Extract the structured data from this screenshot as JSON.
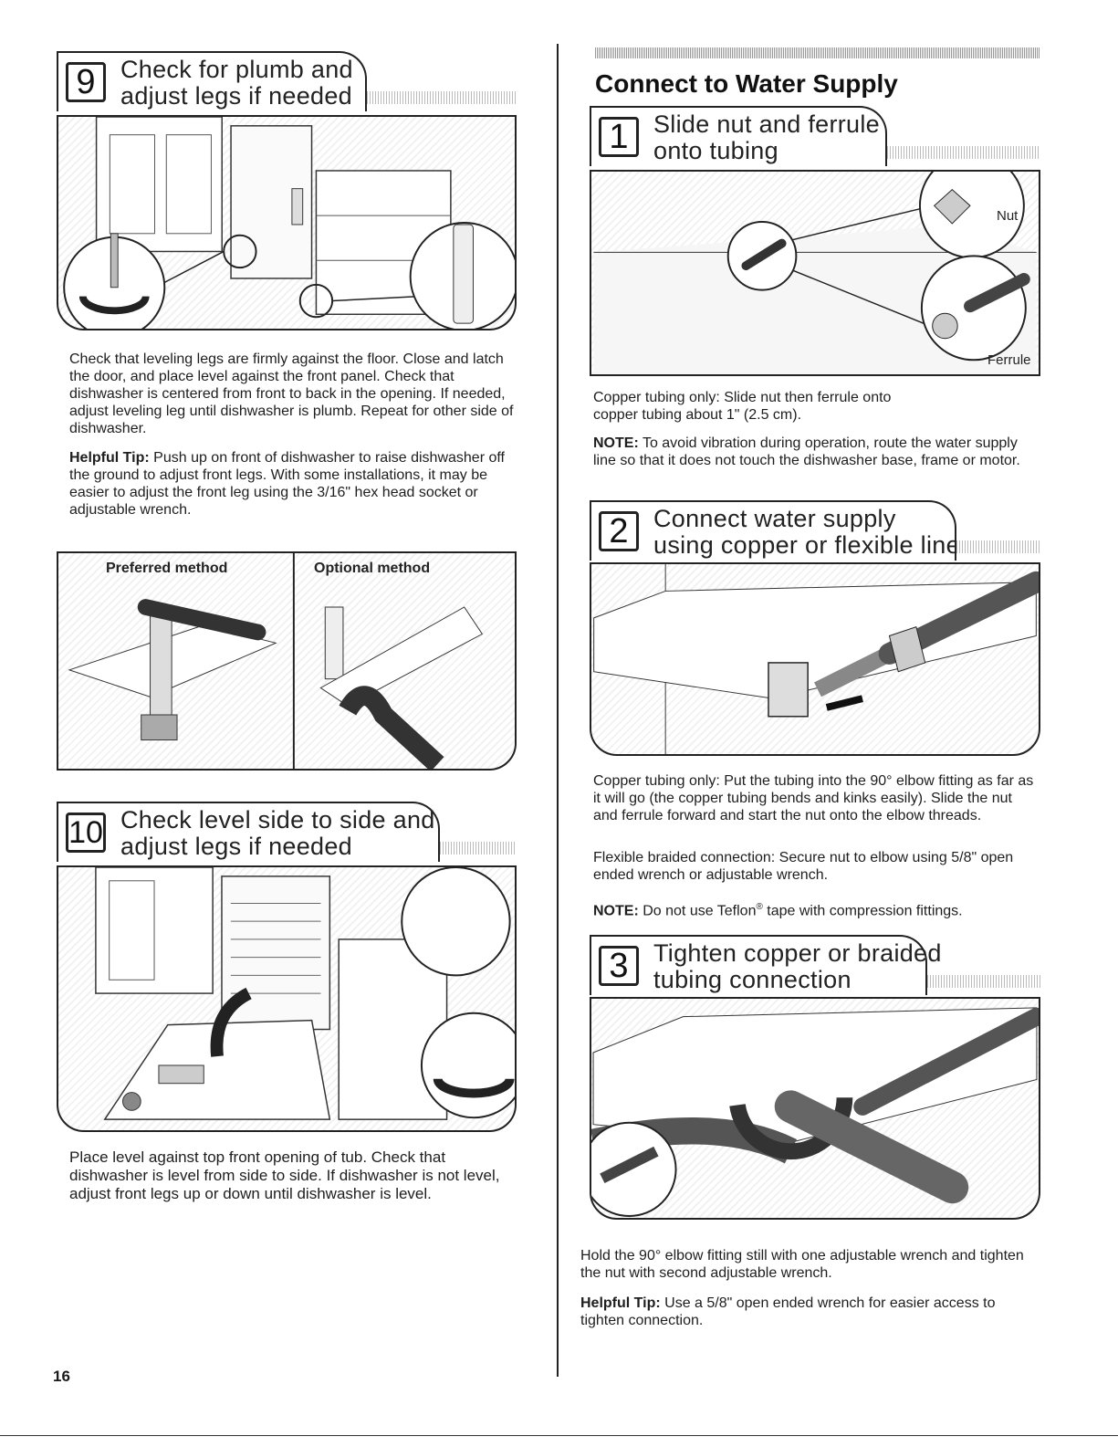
{
  "page_number": "16",
  "left": {
    "step9": {
      "number": "9",
      "title_line1": "Check for plumb and",
      "title_line2": "adjust legs if needed",
      "paragraph": "Check that leveling legs are firmly against the floor. Close and latch the door, and place level against the front panel. Check that dishwasher is centered from front to back in the opening. If needed, adjust leveling leg until dishwasher is plumb. Repeat for other side of dishwasher.",
      "tip_label": "Helpful Tip:",
      "tip_text": " Push up on front of dishwasher to raise dishwasher off the ground to adjust front legs. With some installations, it may be easier to adjust the front leg using the 3/16\" hex head socket or adjustable wrench.",
      "preferred_label": "Preferred method",
      "optional_label": "Optional method"
    },
    "step10": {
      "number": "10",
      "title_line1": "Check level side to side and",
      "title_line2": "adjust legs if needed",
      "paragraph": "Place level against top front opening of tub. Check that dishwasher is level from side to side. If dishwasher is not level, adjust front legs up or down until dishwasher is level."
    }
  },
  "right": {
    "section_title": "Connect to Water Supply",
    "step1": {
      "number": "1",
      "title_line1": "Slide nut and ferrule",
      "title_line2": "onto tubing",
      "callout_nut": "Nut",
      "callout_ferrule": "Ferrule",
      "paragraph": "Copper tubing only: Slide nut then ferrule onto copper tubing about 1\" (2.5 cm).",
      "note_label": "NOTE:",
      "note_text": " To avoid vibration during operation, route the water supply line so that it does not touch the dishwasher base, frame or motor."
    },
    "step2": {
      "number": "2",
      "title_line1": "Connect water supply",
      "title_line2": "using copper or flexible line",
      "paragraph1": "Copper tubing only: Put the tubing into the 90° elbow fitting as far as it will go (the copper tubing bends and kinks easily). Slide the nut and ferrule forward and start the nut onto the elbow threads.",
      "paragraph2": "Flexible braided connection: Secure nut to elbow using 5/8\" open ended wrench or adjustable wrench.",
      "note_label": "NOTE:",
      "note_text_a": " Do not use Teflon",
      "note_reg": "®",
      "note_text_b": " tape with compression fittings."
    },
    "step3": {
      "number": "3",
      "title_line1": "Tighten copper or braided",
      "title_line2": "tubing connection",
      "paragraph": "Hold the 90° elbow fitting still with one adjustable wrench and tighten the nut with second adjustable wrench.",
      "tip_label": "Helpful Tip:",
      "tip_text": " Use a 5/8\" open ended wrench for easier access to tighten connection."
    }
  }
}
